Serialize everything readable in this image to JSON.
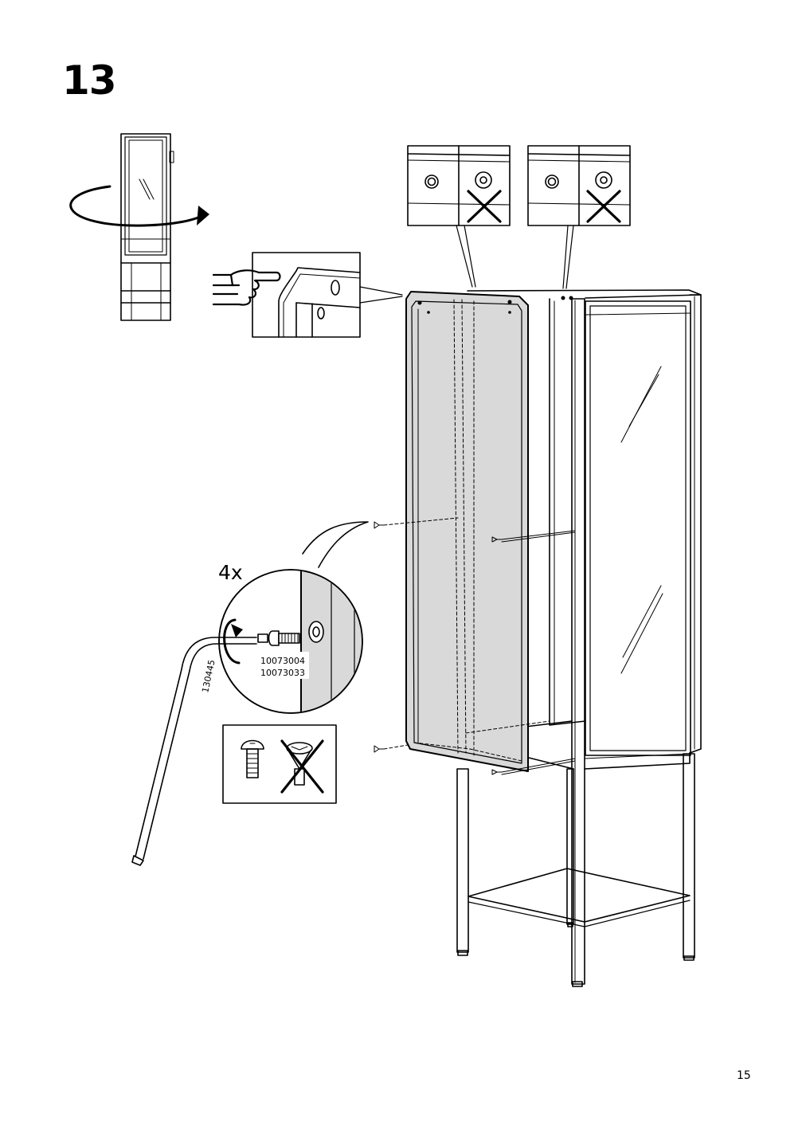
{
  "step": {
    "number": "13"
  },
  "fastener_callout": {
    "quantity": "4x",
    "tool_id": "130445",
    "part_ids": [
      "10073004",
      "10073033"
    ]
  },
  "page": {
    "number": "15"
  },
  "icons": [
    "rotate-arrow-icon",
    "pointing-hand-icon",
    "hex-key-icon",
    "screw-icon",
    "wrong-x-icon"
  ]
}
